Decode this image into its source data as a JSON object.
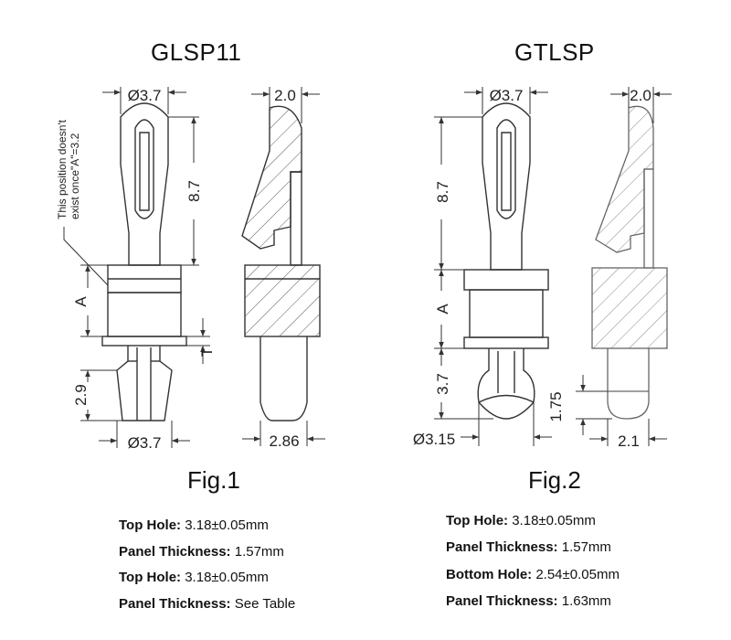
{
  "figures": [
    {
      "title": "GLSP11",
      "caption": "Fig.1",
      "dims": {
        "top_dia": "Ø3.7",
        "side_width": "2.0",
        "height": "8.7",
        "a_label": "A",
        "t_label": "T",
        "bottom_height": "2.9",
        "bottom_dia": "Ø3.7",
        "bottom_width": "2.86"
      },
      "note": [
        "This position doesn't",
        "exist once\"A\"=3.2"
      ],
      "specs": [
        {
          "label": "Top Hole:",
          "value": "3.18±0.05mm"
        },
        {
          "label": "Panel Thickness:",
          "value": "1.57mm"
        },
        {
          "label": "Top Hole:",
          "value": "3.18±0.05mm"
        },
        {
          "label": "Panel Thickness:",
          "value": "See Table"
        }
      ]
    },
    {
      "title": "GTLSP",
      "caption": "Fig.2",
      "dims": {
        "top_dia": "Ø3.7",
        "side_width": "2.0",
        "height": "8.7",
        "a_label": "A",
        "bottom_height": "3.7",
        "bottom_len": "1.75",
        "bottom_dia": "Ø3.15",
        "bottom_width": "2.1"
      },
      "specs": [
        {
          "label": "Top Hole:",
          "value": "3.18±0.05mm"
        },
        {
          "label": "Panel Thickness:",
          "value": "1.57mm"
        },
        {
          "label": "Bottom Hole:",
          "value": "2.54±0.05mm"
        },
        {
          "label": "Panel Thickness:",
          "value": "1.63mm"
        }
      ]
    }
  ],
  "colors": {
    "line": "#333333",
    "hatch": "#555555",
    "background": "#ffffff"
  }
}
